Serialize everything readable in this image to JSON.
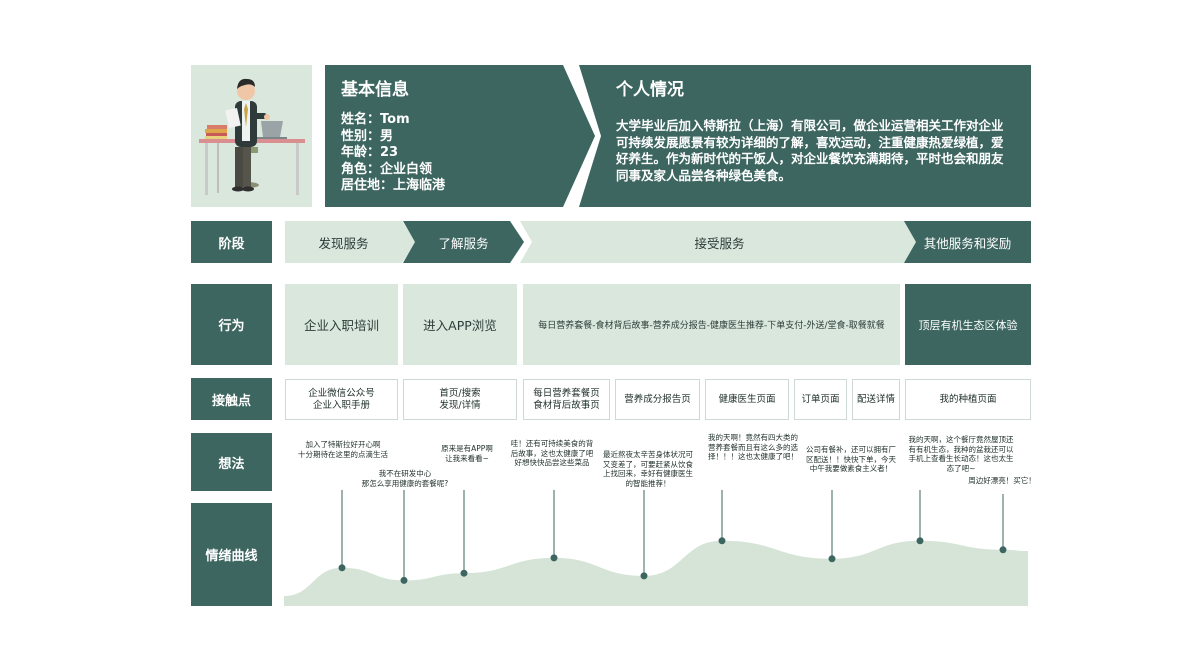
{
  "basic_info": {
    "title": "基本信息",
    "name": "姓名：Tom",
    "gender": "性别：男",
    "age": "年龄：23",
    "role": "角色：企业白领",
    "residence": "居住地：上海临港"
  },
  "personal": {
    "title": "个人情况",
    "text": "大学毕业后加入特斯拉（上海）有限公司，做企业运营相关工作对企业可持续发展愿景有较为详细的了解，喜欢运动，注重健康热爱绿植，爱好养生。作为新时代的干饭人，对企业餐饮充满期待，平时也会和朋友同事及家人品尝各种绿色美食。"
  },
  "rows": {
    "stage": "阶段",
    "behavior": "行为",
    "touchpoint": "接触点",
    "thought": "想法",
    "emotion": "情绪曲线"
  },
  "stages": [
    "发现服务",
    "了解服务",
    "接受服务",
    "其他服务和奖励"
  ],
  "behaviors": [
    "企业入职培训",
    "进入APP浏览",
    "每日营养套餐-食材背后故事-营养成分报告-健康医生推荐-下单支付-外送/堂食-取餐就餐",
    "顶层有机生态区体验"
  ],
  "touchpoints": [
    {
      "line1": "企业微信公众号",
      "line2": "企业入职手册"
    },
    {
      "line1": "首页/搜索",
      "line2": "发现/详情"
    },
    {
      "line1": "每日营养套餐页",
      "line2": "食材背后故事页"
    },
    {
      "line1": "营养成分报告页",
      "line2": ""
    },
    {
      "line1": "健康医生页面",
      "line2": ""
    },
    {
      "line1": "订单页面",
      "line2": ""
    },
    {
      "line1": "配送详情",
      "line2": ""
    },
    {
      "line1": "我的种植页面",
      "line2": ""
    }
  ],
  "thoughts": [
    "加入了特斯拉好开心啊\n十分期待在这里的点滴生活",
    "我不在研发中心\n那怎么享用健康的套餐呢?",
    "原来是有APP啊\n让我来看看~",
    "哇！还有可持续美食的背\n后故事，这也太健康了吧\n好想快快品尝这些菜品",
    "最近熬夜太辛苦身体状况可\n又变差了，可要赶紧从饮食\n上找回来，幸好有健康医生\n的智能推荐！",
    "我的天啊！竟然有四大类的\n营养套餐而且有这么多的选\n择！！！这也太健康了吧！",
    "公司有餐补，还可以拥有厂\n区配送！！快快下单，今天\n中午我要做素食主义者！",
    "我的天啊，这个餐厅竟然屋顶还\n有有机生态，我种的盆栽还可以\n手机上查看生长动态！这也太生\n态了吧~",
    "周边好漂亮！买它！"
  ],
  "emotion_levels": [
    0.38,
    0.24,
    0.32,
    0.49,
    0.29,
    0.68,
    0.48,
    0.68,
    0.58
  ],
  "colors": {
    "dark": "#3d6660",
    "light": "#dae7dd",
    "curve_fill": "#d6e4d8",
    "marker": "#3d6660"
  }
}
